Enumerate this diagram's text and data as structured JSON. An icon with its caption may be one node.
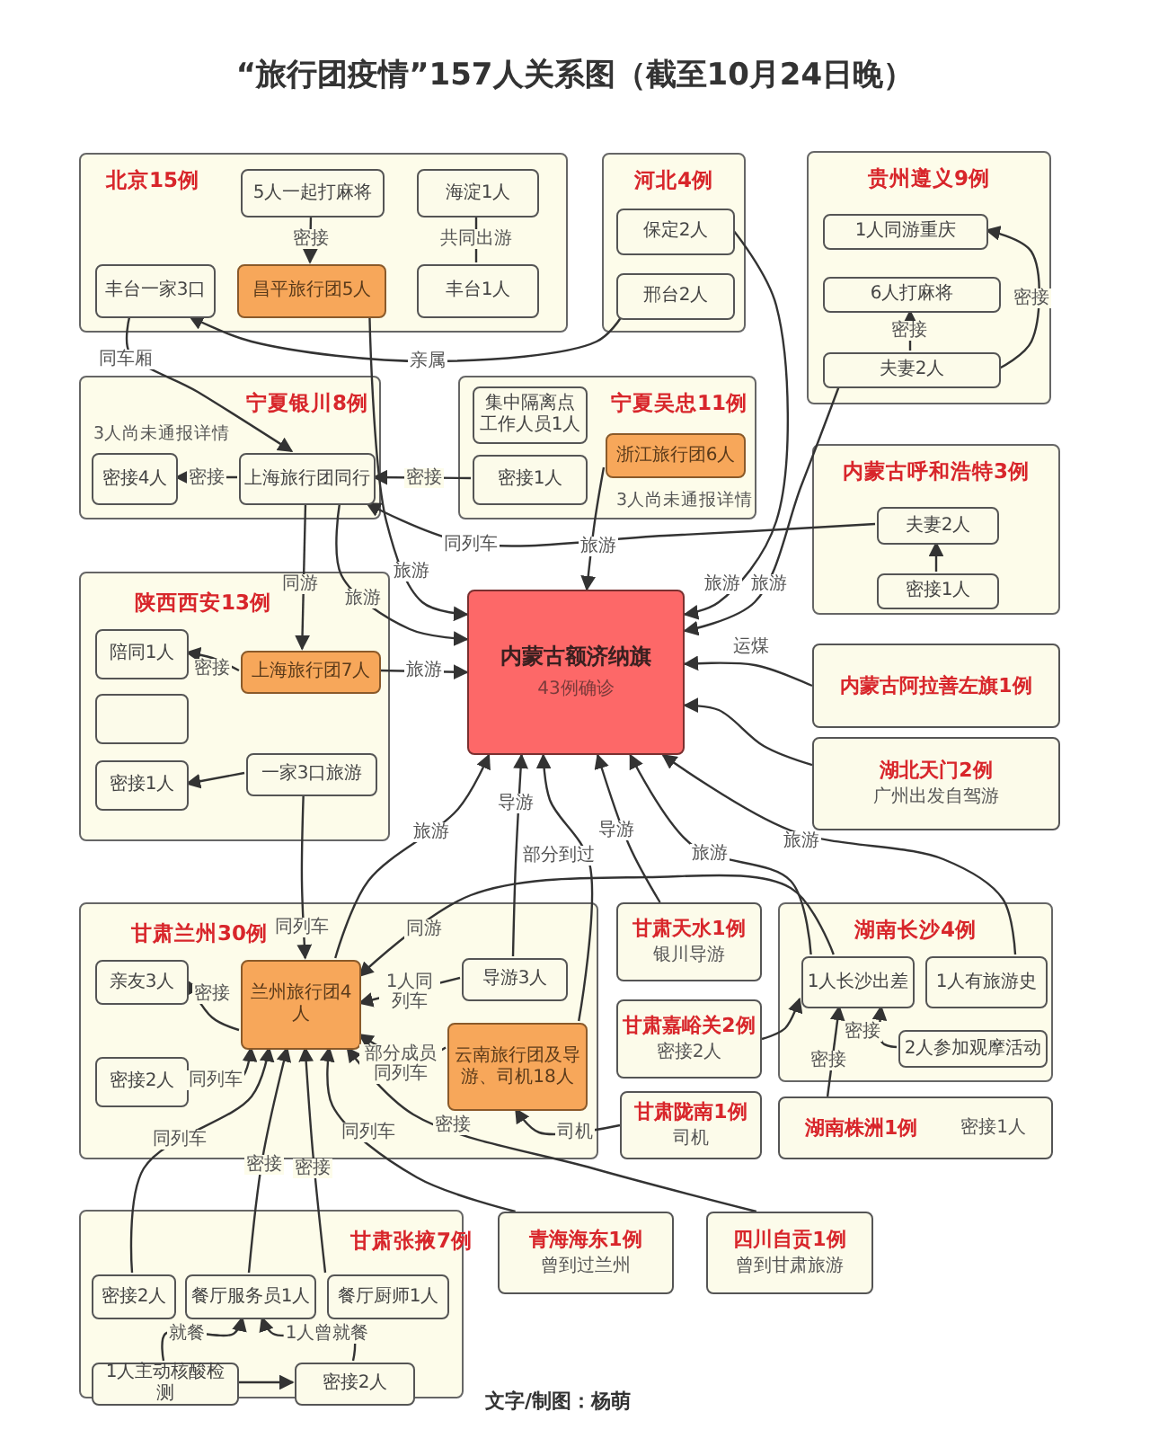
{
  "diagram": {
    "title": "“旅行团疫情”157人关系图（截至10月24日晚）",
    "nodes": [
      {
        "text": [
          "北京15例"
        ]
      },
      {
        "text": [
          "5人一起打麻将"
        ],
        "in": 0
      },
      {
        "text": [
          "海淀1人"
        ],
        "in": 0
      },
      {
        "text": [
          "丰台一家3口"
        ],
        "in": 0
      },
      {
        "text": [
          "昌平旅行团5人"
        ],
        "in": 0
      },
      {
        "text": [
          "丰台1人"
        ],
        "in": 0
      },
      {
        "text": [
          "河北4例"
        ]
      },
      {
        "text": [
          "保定2人"
        ],
        "in": 6
      },
      {
        "text": [
          "邢台2人"
        ],
        "in": 6
      },
      {
        "text": [
          "贵州遵义9例"
        ]
      },
      {
        "text": [
          "1人同游重庆"
        ],
        "in": 9
      },
      {
        "text": [
          "6人打麻将"
        ],
        "in": 9
      },
      {
        "text": [
          "夫妻2人"
        ],
        "in": 9
      },
      {
        "text": [
          "宁夏银川8例"
        ]
      },
      {
        "text": [
          "密接4人"
        ],
        "in": 13
      },
      {
        "text": [
          "上海旅行团同行"
        ],
        "in": 13
      },
      {
        "text": [
          "宁夏吴忠11例"
        ]
      },
      {
        "text": [
          "集中隔离点工作人员1人"
        ],
        "in": 16
      },
      {
        "text": [
          "浙江旅行团6人"
        ],
        "in": 16
      },
      {
        "text": [
          "密接1人"
        ],
        "in": 16
      },
      {
        "text": [
          "内蒙古呼和浩特3例"
        ]
      },
      {
        "text": [
          "夫妻2人"
        ],
        "in": 20
      },
      {
        "text": [
          "密接1人"
        ],
        "in": 20
      },
      {
        "text": [
          "陕西西安13例"
        ]
      },
      {
        "text": [
          "陪同1人"
        ],
        "in": 23
      },
      {
        "text": [
          "上海旅行团7人"
        ],
        "in": 23
      },
      {
        "text": [],
        "shape": "box",
        "in": 23
      },
      {
        "text": [
          "一家3口旅游"
        ],
        "in": 23
      },
      {
        "text": [
          "密接1人"
        ],
        "in": 23
      },
      {
        "text": [
          "内蒙古额济纳旗",
          "43例确诊"
        ]
      },
      {
        "text": [
          "内蒙古阿拉善左旗1例"
        ]
      },
      {
        "text": [
          "湖北天门2例",
          "广州出发自驾游"
        ]
      },
      {
        "text": [
          "甘肃兰州30例"
        ]
      },
      {
        "text": [
          "亲友3人"
        ],
        "in": 32
      },
      {
        "text": [
          "兰州旅行团4人"
        ],
        "in": 32
      },
      {
        "text": [
          "导游3人"
        ],
        "in": 32
      },
      {
        "text": [
          "云南旅行团及导游、司机18人"
        ],
        "in": 32
      },
      {
        "text": [
          "密接2人"
        ],
        "in": 32
      },
      {
        "text": [
          "甘肃天水1例",
          "银川导游"
        ]
      },
      {
        "text": [
          "甘肃嘉峪关2例",
          "密接2人"
        ]
      },
      {
        "text": [
          "甘肃陇南1例",
          "司机"
        ]
      },
      {
        "text": [
          "湖南长沙4例"
        ]
      },
      {
        "text": [
          "1人长沙出差"
        ],
        "in": 41
      },
      {
        "text": [
          "1人有旅游史"
        ],
        "in": 41
      },
      {
        "text": [
          "2人参加观摩活动"
        ],
        "in": 41
      },
      {
        "text": [
          "湖南株洲1例",
          "密接1人"
        ]
      },
      {
        "text": [
          "甘肃张掖7例"
        ]
      },
      {
        "text": [
          "密接2人"
        ],
        "in": 46
      },
      {
        "text": [
          "餐厅服务员1人"
        ],
        "in": 46
      },
      {
        "text": [
          "餐厅厨师1人"
        ],
        "in": 46
      },
      {
        "text": [
          "1人主动核酸检测"
        ],
        "in": 46
      },
      {
        "text": [
          "密接2人"
        ],
        "in": 46
      },
      {
        "text": [
          "青海海东1例",
          "曾到过兰州"
        ]
      },
      {
        "text": [
          "四川自贡1例",
          "曾到甘肃旅游"
        ]
      }
    ],
    "edges": [
      {
        "from": 1,
        "to": 4,
        "arrow": "to",
        "label": "密接"
      },
      {
        "from": 2,
        "to": 5,
        "arrow": "none",
        "label": "共同出游"
      },
      {
        "from": 8,
        "to": 3,
        "arrow": "to",
        "label": "亲属"
      },
      {
        "from": 3,
        "to": 15,
        "arrow": "to",
        "label": "同车厢"
      },
      {
        "from": 19,
        "to": 15,
        "arrow": "to",
        "label": "密接"
      },
      {
        "from": 15,
        "to": 14,
        "arrow": "to",
        "label": "密接"
      },
      {
        "from": 21,
        "to": 15,
        "arrow": "to",
        "label": "同列车"
      },
      {
        "from": 15,
        "to": 25,
        "arrow": "to",
        "label": "同游"
      },
      {
        "from": 15,
        "to": 29,
        "arrow": "to",
        "label": "旅游"
      },
      {
        "from": 4,
        "to": 29,
        "arrow": "to",
        "label": "旅游"
      },
      {
        "from": 25,
        "to": 29,
        "arrow": "to",
        "label": "旅游"
      },
      {
        "from": 18,
        "to": 29,
        "arrow": "to",
        "label": "旅游"
      },
      {
        "from": 7,
        "to": 29,
        "arrow": "to",
        "label": "旅游"
      },
      {
        "from": 12,
        "to": 29,
        "arrow": "to",
        "label": "旅游"
      },
      {
        "from": 22,
        "to": 21,
        "arrow": "to"
      },
      {
        "from": 12,
        "to": 11,
        "arrow": "to",
        "label": "密接"
      },
      {
        "from": 12,
        "to": 10,
        "arrow": "to",
        "label": "密接"
      },
      {
        "from": 30,
        "to": 29,
        "arrow": "to",
        "label": "运煤"
      },
      {
        "from": 31,
        "to": 29,
        "arrow": "to"
      },
      {
        "from": 25,
        "to": 24,
        "arrow": "to",
        "label": "密接"
      },
      {
        "from": 27,
        "to": 28,
        "arrow": "to"
      },
      {
        "from": 27,
        "to": 34,
        "arrow": "to",
        "label": "同列车"
      },
      {
        "from": 34,
        "to": 29,
        "arrow": "to",
        "label": "旅游"
      },
      {
        "from": 35,
        "to": 29,
        "arrow": "to",
        "label": "导游"
      },
      {
        "from": 36,
        "to": 29,
        "arrow": "to",
        "label": "部分到过"
      },
      {
        "from": 38,
        "to": 29,
        "arrow": "to",
        "label": "导游"
      },
      {
        "from": 42,
        "to": 29,
        "arrow": "to",
        "label": "旅游"
      },
      {
        "from": 43,
        "to": 29,
        "arrow": "to",
        "label": "旅游"
      },
      {
        "from": 42,
        "to": 34,
        "arrow": "to",
        "label": "同游"
      },
      {
        "from": 35,
        "to": 34,
        "arrow": "to",
        "label": "1人同列车"
      },
      {
        "from": 36,
        "to": 34,
        "arrow": "to",
        "label": "部分成员同列车"
      },
      {
        "from": 40,
        "to": 36,
        "arrow": "to",
        "label": "司机"
      },
      {
        "from": 34,
        "to": 33,
        "arrow": "to",
        "label": "密接"
      },
      {
        "from": 37,
        "to": 34,
        "arrow": "to",
        "label": "同列车"
      },
      {
        "from": 47,
        "to": 34,
        "arrow": "to",
        "label": "同列车"
      },
      {
        "from": 48,
        "to": 34,
        "arrow": "to",
        "label": "密接"
      },
      {
        "from": 49,
        "to": 34,
        "arrow": "to",
        "label": "密接"
      },
      {
        "from": 52,
        "to": 34,
        "arrow": "to",
        "label": "同列车"
      },
      {
        "from": 53,
        "to": 34,
        "arrow": "to",
        "label": "密接"
      },
      {
        "from": 39,
        "to": 42,
        "arrow": "to"
      },
      {
        "from": 45,
        "to": 42,
        "arrow": "to",
        "label": "密接"
      },
      {
        "from": 44,
        "to": 42,
        "arrow": "to",
        "label": "密接"
      },
      {
        "from": 50,
        "to": 48,
        "arrow": "to",
        "label": "就餐"
      },
      {
        "from": 51,
        "to": 48,
        "arrow": "to",
        "label": "1人曾就餐"
      },
      {
        "from": 50,
        "to": 51,
        "arrow": "to"
      }
    ],
    "labels": [
      "3人尚未通报详情",
      "3人尚未通报详情",
      "文字/制图：杨萌"
    ]
  }
}
